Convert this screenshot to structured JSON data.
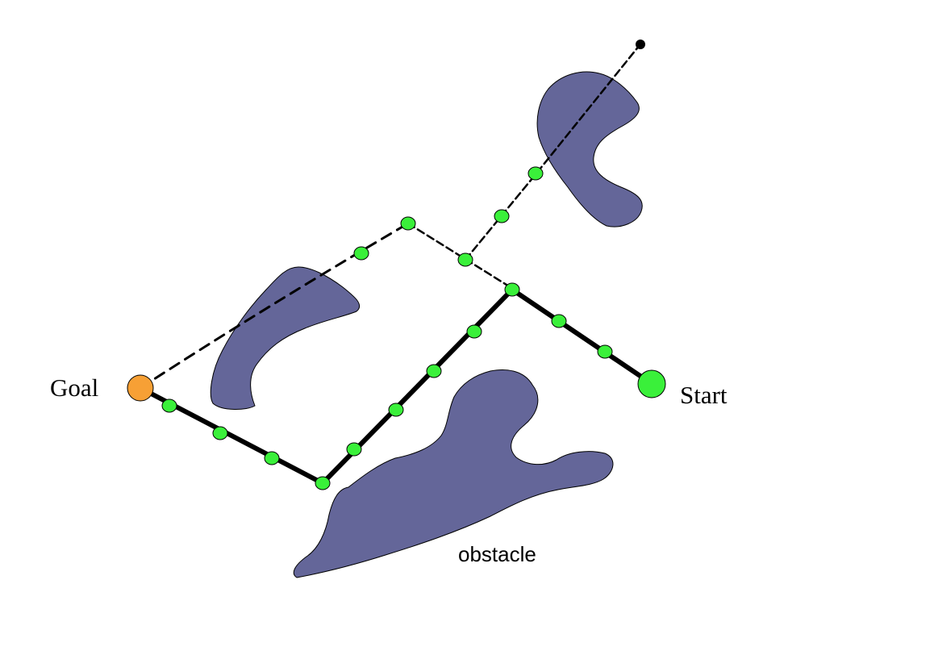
{
  "labels": {
    "goal": "Goal",
    "start": "Start",
    "obstacle": "obstacle"
  },
  "colors": {
    "obstacle_fill": "#646699",
    "waypoint_fill": "#3af03a",
    "goal_fill": "#f7a035",
    "start_fill": "#3af03a",
    "path_stroke": "#000000",
    "explored_stroke": "#000000"
  }
}
